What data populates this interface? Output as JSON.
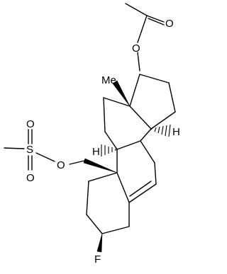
{
  "atom_labels": {
    "carbonyl_oxygen": "O",
    "ester_oxygen": "O",
    "sulfonyl_oxygen_top": "O",
    "sulfonyl_oxygen_bottom": "O",
    "sulfur": "S",
    "ether_oxygen": "O",
    "methyl_on_c13": "Me",
    "h_on_c14": "H",
    "h_on_c9": "H",
    "fluorine": "F"
  }
}
